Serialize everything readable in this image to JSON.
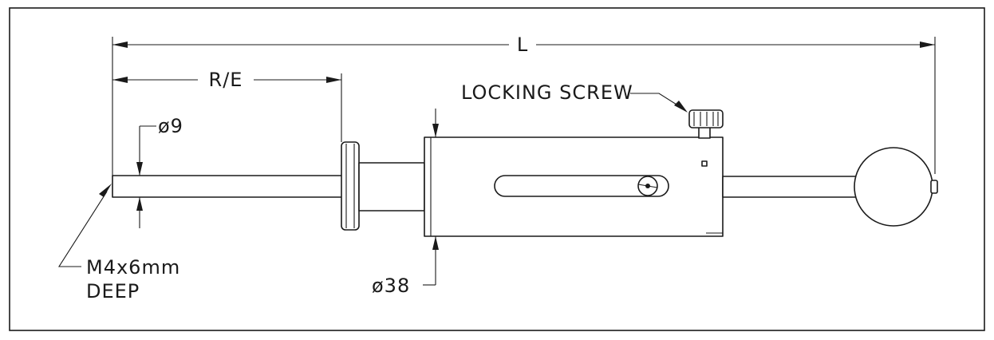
{
  "labels": {
    "overall_length": "L",
    "reach": "R/E",
    "locking_screw": "LOCKING SCREW",
    "tip_diameter": "ø9",
    "thread_line1": "M4x6mm",
    "thread_line2": "DEEP",
    "body_diameter": "ø38"
  }
}
